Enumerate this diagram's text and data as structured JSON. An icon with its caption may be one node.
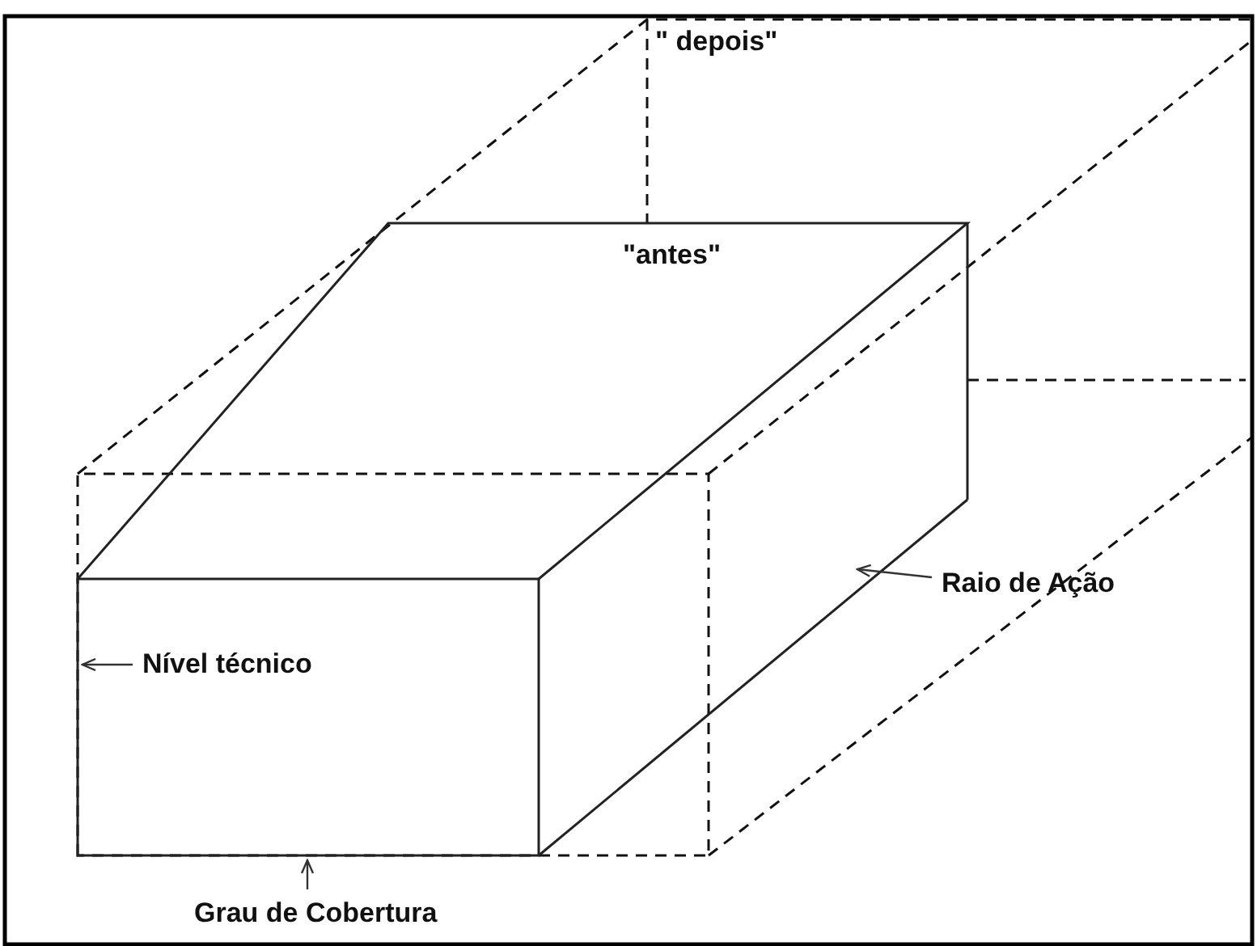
{
  "diagram": {
    "nodes": [
      {
        "text": [
          "Nível técnico"
        ]
      },
      {
        "text": [
          "Raio de Ação"
        ]
      },
      {
        "text": [
          "Grau de Cobertura"
        ]
      }
    ],
    "edges": [
      {
        "from": 0,
        "to": null,
        "arrow": "to"
      },
      {
        "from": 1,
        "to": null,
        "arrow": "to"
      },
      {
        "from": 2,
        "to": null,
        "arrow": "to"
      }
    ],
    "labels": [
      "\" depois\"",
      "\"antes\""
    ]
  }
}
